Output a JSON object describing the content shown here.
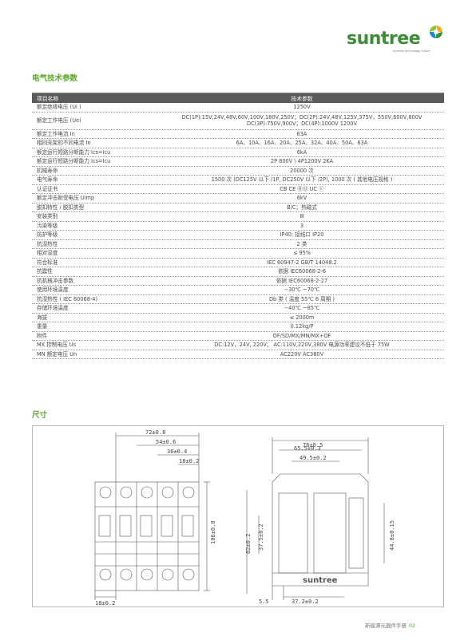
{
  "brand": {
    "name": "suntree",
    "tagline": "Suntree technology: future",
    "colors": {
      "green": "#3c8c38",
      "accent": "#5aaa2a",
      "header_bg": "#5a5a5a"
    }
  },
  "section_params": {
    "title": "电气技术参数"
  },
  "table": {
    "headers": [
      "项目名称",
      "技术参数"
    ],
    "rows": [
      {
        "name": "额定绝缘电压 (Ui )",
        "value": "1250V"
      },
      {
        "name": "额定工作电压 (Ue)",
        "value": "DC(1P):15V,24V,48V,60V,100V,180V,250V；DC(2P):24V,48V,125V,375V，550V,600V,800V",
        "value2": "DC(3P):750V,900V；DC(4P):1000V 1200V"
      },
      {
        "name": "额定工作电流 In",
        "value": "63A"
      },
      {
        "name": "相同壳架的不同电流 In",
        "value": "6A、10A、16A、20A、25A、32A、40A、50A、63A"
      },
      {
        "name": "额定运行短路分断能力 Ics=Icu",
        "value": "6kA"
      },
      {
        "name": "额定运行短路分断能力 Ics=Icu",
        "value": "2P 800V \\ 4P1200V   2KA"
      },
      {
        "name": "机械寿命",
        "value": "20000 次"
      },
      {
        "name": "电气寿命",
        "value": "1500 次 (DC125V 以下 /1P, DC250V 以下 /2P), 1000 次 ( 其他电压规格 )"
      },
      {
        "name": "认证证书",
        "value": "CB  CE  ⓇⓊ  UC  ⓒ"
      },
      {
        "name": "额定冲击耐受电压 Uimp",
        "value": "6kV"
      },
      {
        "name": "脱扣特性 / 脱扣类型",
        "value": "B/C；热磁式"
      },
      {
        "name": "安装类别",
        "value": "Ⅲ"
      },
      {
        "name": "污染等级",
        "value": "3"
      },
      {
        "name": "防护等级",
        "value": "IP40; 接线口 IP20"
      },
      {
        "name": "抗湿热性",
        "value": "2 类"
      },
      {
        "name": "相对湿度",
        "value": "≤ 95%"
      },
      {
        "name": "符合标准",
        "value": "IEC 60947-2  GB/T 14048.2"
      },
      {
        "name": "抗震性",
        "value": "依据 IEC60068-2-6"
      },
      {
        "name": "抗机械冲击参数",
        "value": "依据 IEC60068-2-27"
      },
      {
        "name": "使用环境温度",
        "value": "−30℃ ~70℃"
      },
      {
        "name": "抗湿热性 ( IEC 60068-4)",
        "value": "Db 类 ( 温度 55℃ 6 周期 )"
      },
      {
        "name": "存储环境温度",
        "value": "−40℃ ~85℃"
      },
      {
        "name": "海拔",
        "value": "≤ 2000m"
      },
      {
        "name": "重量",
        "value": "0.12kg/P"
      },
      {
        "name": "附件",
        "value": "OF/SD/MX/MN/MX+OF"
      },
      {
        "name": "MX 控制电压 Us",
        "value": "DC:12V，24V, 220V； AC:110V,220V,380V 电源功率建议不低于 75W"
      },
      {
        "name": "MN 额定电压 Un",
        "value": "AC220V  AC380V"
      }
    ]
  },
  "section_dims": {
    "title": "尺寸"
  },
  "dimensions": {
    "front": {
      "d72": "72±0.8",
      "d54": "54±0.6",
      "d36": "36±0.4",
      "d18": "18±0.2",
      "h106": "106±0.8",
      "b18": "18±0.2"
    },
    "side": {
      "d76": "76±0.5",
      "d655": "65.5±0.3",
      "d495": "49.5±0.2",
      "h82": "82±0.2",
      "h375": "37.5±0.2",
      "h448": "44.8±0.15",
      "d55": "5.5",
      "d372": "37.2±0.2",
      "label": "suntree"
    }
  },
  "footer": {
    "text": "新能源元器件手册",
    "page": "02"
  }
}
